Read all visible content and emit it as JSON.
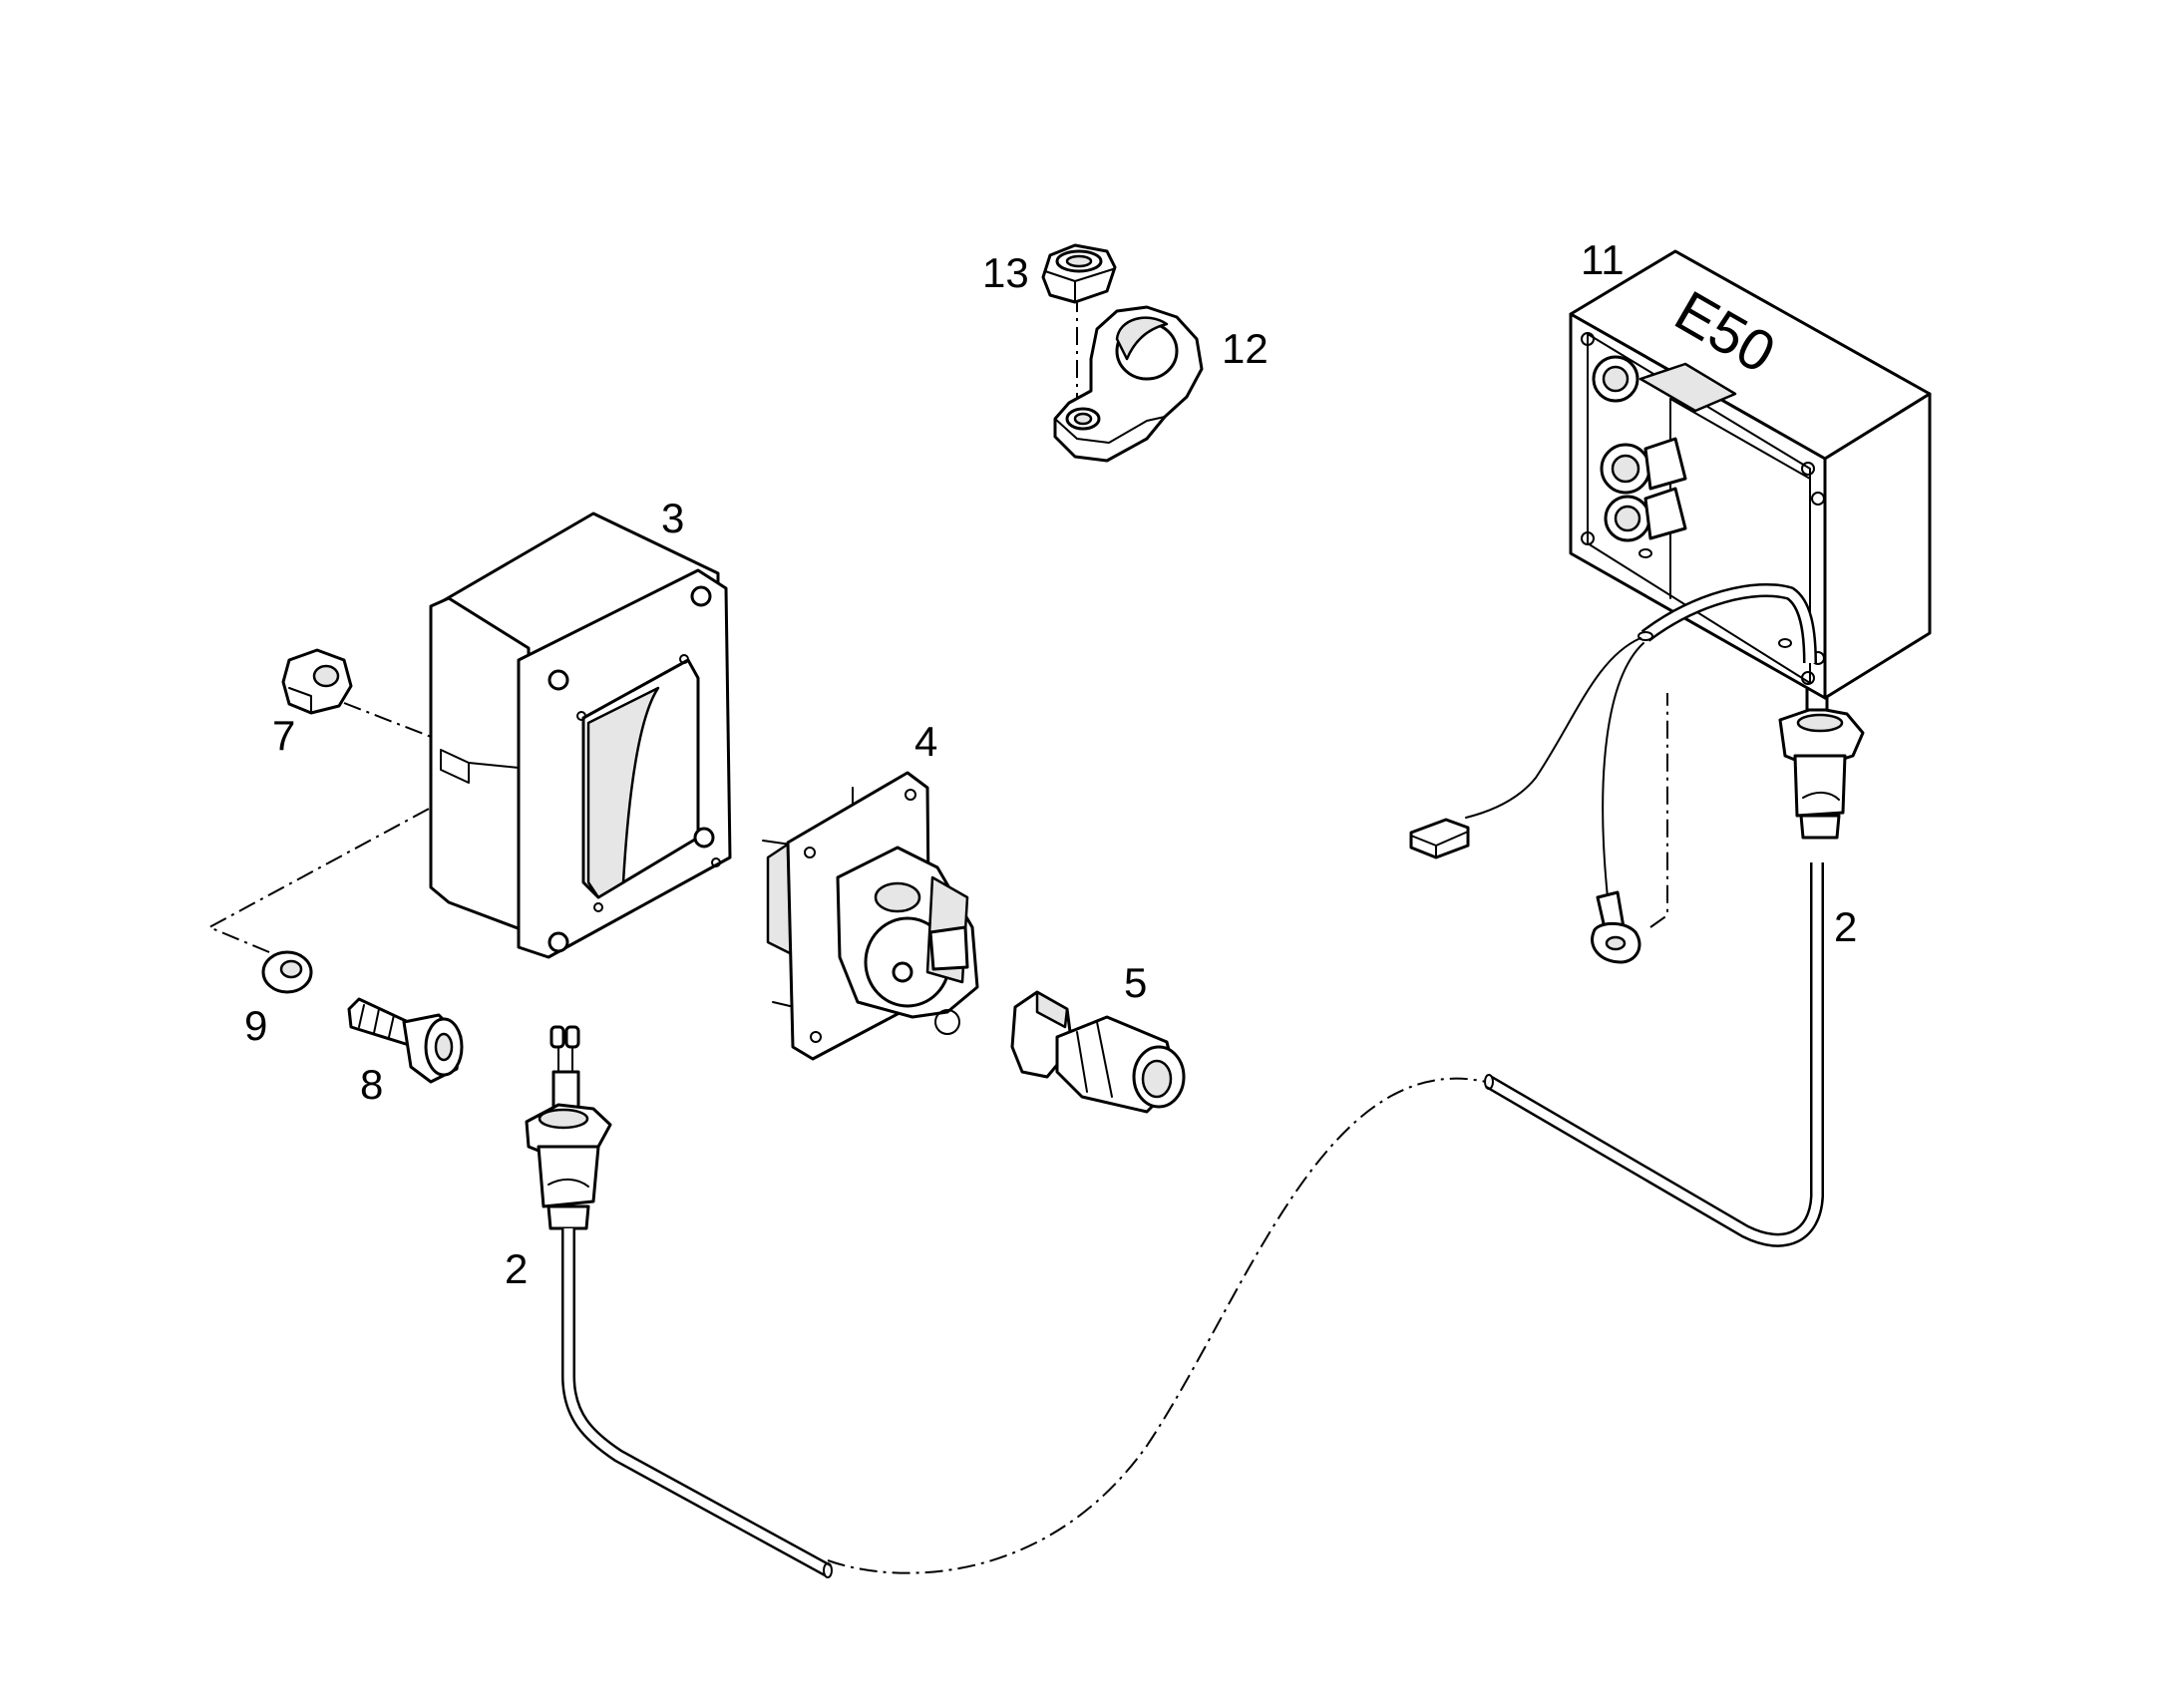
{
  "callouts": {
    "c2a": "2",
    "c2b": "2",
    "c3": "3",
    "c4": "4",
    "c5": "5",
    "c7": "7",
    "c8": "8",
    "c9": "9",
    "c11": "11",
    "c12": "12",
    "c13": "13"
  },
  "junction_box_marking": "E50",
  "colors": {
    "line": "#000000",
    "background": "#ffffff",
    "shading": "#e6e6e6"
  },
  "icons": [
    "housing-icon",
    "socket-icon",
    "cap-icon",
    "nut-icon",
    "bolt-icon",
    "washer-icon",
    "junction-box-icon",
    "cable-clamp-icon",
    "cable-gland-icon",
    "ring-terminal-icon",
    "connector-plug-icon"
  ]
}
